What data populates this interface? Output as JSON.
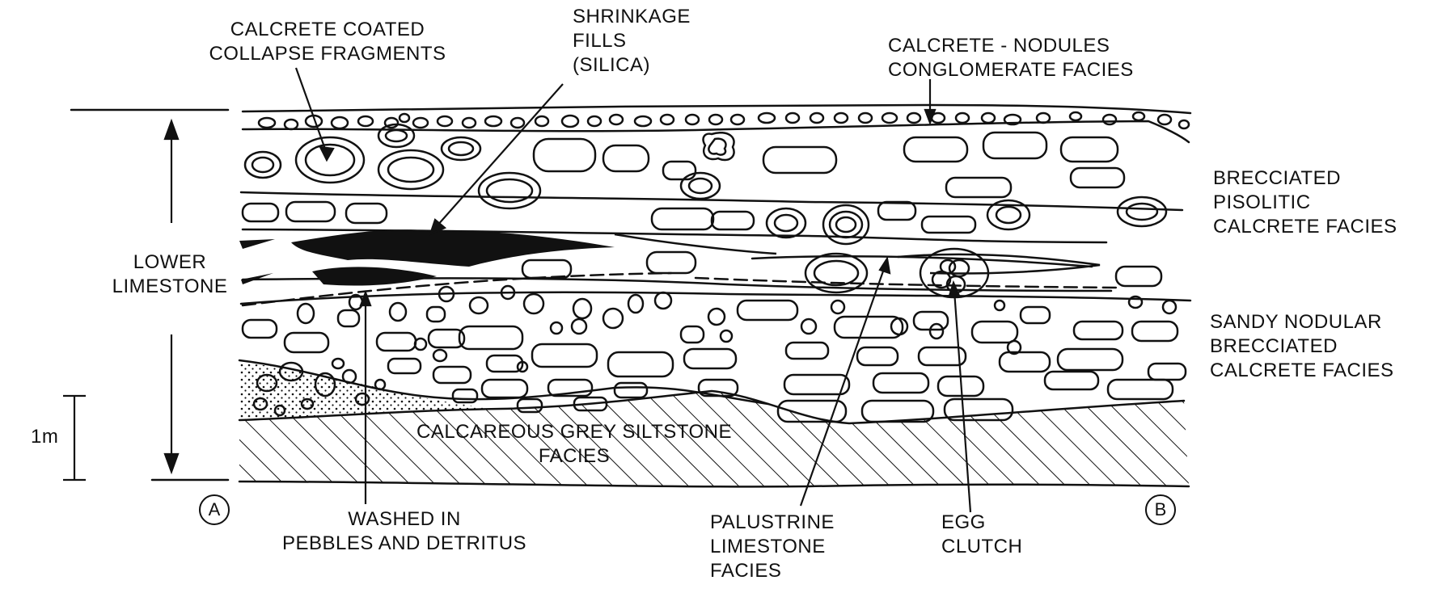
{
  "labels": {
    "calcrete_coated": [
      "CALCRETE COATED",
      "COLLAPSE FRAGMENTS"
    ],
    "shrinkage": [
      "SHRINKAGE",
      "FILLS",
      "(SILICA)"
    ],
    "nodules": [
      "CALCRETE - NODULES",
      "CONGLOMERATE FACIES"
    ],
    "brecciated": [
      "BRECCIATED",
      "PISOLITIC",
      "CALCRETE FACIES"
    ],
    "sandy": [
      "SANDY NODULAR",
      "BRECCIATED",
      "CALCRETE FACIES"
    ],
    "lower_limestone": [
      "LOWER",
      "LIMESTONE"
    ],
    "scale": "1m",
    "siltstone": [
      "CALCAREOUS GREY SILTSTONE",
      "FACIES"
    ],
    "washed": [
      "WASHED IN",
      "PEBBLES AND DETRITUS"
    ],
    "palustrine": [
      "PALUSTRINE",
      "LIMESTONE",
      "FACIES"
    ],
    "egg": [
      "EGG",
      "CLUTCH"
    ],
    "point_a": "A",
    "point_b": "B"
  }
}
